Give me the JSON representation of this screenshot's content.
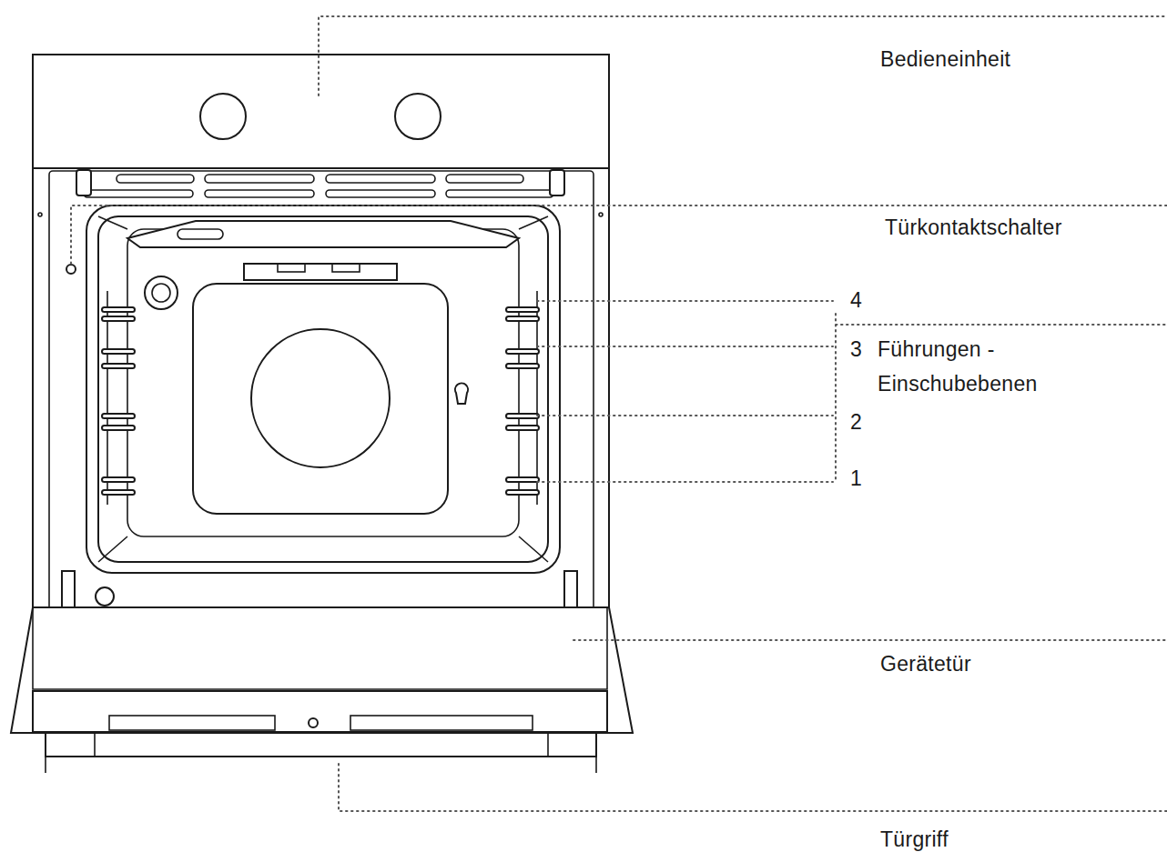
{
  "diagram": {
    "labels": [
      "Bedieneinheit",
      "Türkontaktschalter",
      "4",
      "3",
      "Führungen - Einschubebenen",
      "2",
      "1",
      "Gerätetür",
      "Türgriff"
    ]
  }
}
